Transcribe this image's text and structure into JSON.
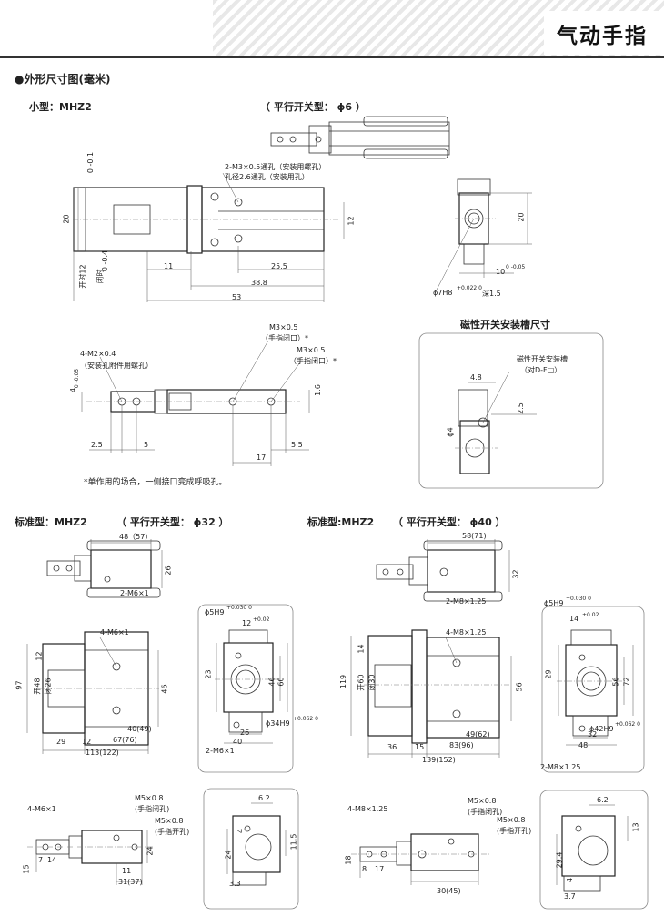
{
  "header": {
    "title": "气动手指"
  },
  "section": {
    "title": "●外形尺寸图(毫米)"
  },
  "small": {
    "model": "小型：MHZ2",
    "switch": "（ 平行开关型： ϕ6 ）",
    "note1": "2-M3×0.5通孔（安装用螺孔）",
    "note2": "孔径2.6通孔（安装用孔）",
    "d20": "20",
    "d12": "12",
    "d11": "11",
    "d25_5": "25.5",
    "d38_8": "38.8",
    "d53": "53",
    "d0_01": "0 -0.1",
    "open": "开时12",
    "close": "闭时",
    "d0_04": "0 -0.4",
    "side20": "20",
    "side10": "10",
    "side_tol": "0 -0.05",
    "bore": "ϕ7H8",
    "bore_tol": "+0.022 0",
    "depth": "深1.5",
    "bot_note1": "4-M2×0.4",
    "bot_note2": "（安装孔附件用螺孔）",
    "m3a": "M3×0.5",
    "m3a_sub": "（手指闭口）*",
    "m3b": "M3×0.5",
    "m3b_sub": "（手指闭口）*",
    "d2_5": "2.5",
    "d5": "5",
    "d17": "17",
    "d5_5": "5.5",
    "d1_6": "1.6",
    "d4": "4",
    "d4_tol": "0 -0.05",
    "footnote": "*单作用的场合，一侧接口变成呼吸孔。"
  },
  "magnetic": {
    "title": "磁性开关安装槽尺寸",
    "slot": "磁性开关安装槽",
    "slot_sub": "（对D-F□）",
    "d4_8": "4.8",
    "d2_5": "2.5",
    "phi4": "ϕ4"
  },
  "std32": {
    "model": "标准型：MHZ2",
    "switch": "（ 平行开关型： ϕ32 ）",
    "d48": "48（57）",
    "d26": "26",
    "m6": "2-M6×1",
    "m6b": "4-M6×1",
    "d97": "97",
    "open": "开48",
    "close": "闭26",
    "d12": "12",
    "d46": "46",
    "d29": "29",
    "d12b": "12",
    "d67": "67(76)",
    "d40": "40(49)",
    "d113": "113(122)",
    "bore": "ϕ5H9",
    "bore_tol": "+0.030 0",
    "d12c": "12",
    "tol02": "+0.02",
    "d23": "23",
    "d46b": "46",
    "d60": "60",
    "d26b": "26",
    "d40b": "40",
    "d34": "ϕ34H9",
    "d34_tol": "+0.062 0",
    "m6c": "2-M6×1",
    "b_m6": "4-M6×1",
    "b_m5a": "M5×0.8",
    "b_m5a_sub": "(手指闭孔)",
    "b_m5b": "M5×0.8",
    "b_m5b_sub": "(手指开孔)",
    "d15": "15",
    "d7": "7",
    "d14": "14",
    "d11": "11",
    "d31": "31(37)",
    "d24": "24",
    "d6_2": "6.2",
    "d24b": "24",
    "d3_3": "3.3",
    "d11_5": "11.5",
    "d4": "4"
  },
  "std40": {
    "model": "标准型:MHZ2",
    "switch": "（ 平行开关型： ϕ40 ）",
    "d58": "58(71)",
    "d32": "32",
    "m8": "2-M8×1.25",
    "m8b": "4-M8×1.25",
    "d119": "119",
    "open": "开60",
    "close": "闭30",
    "d14": "14",
    "d56": "56",
    "d36": "36",
    "d15": "15",
    "d83": "83(96)",
    "d49": "49(62)",
    "d139": "139(152)",
    "bore": "ϕ5H9",
    "bore_tol": "+0.030 0",
    "d14c": "14",
    "tol02": "+0.02",
    "d29": "29",
    "d56b": "56",
    "d72": "72",
    "d32b": "32",
    "d48": "48",
    "d42": "ϕ42H9",
    "d42_tol": "+0.062 0",
    "m8c": "2-M8×1.25",
    "b_m8": "4-M8×1.25",
    "b_m5a": "M5×0.8",
    "b_m5a_sub": "(手指闭孔)",
    "b_m5b": "M5×0.8",
    "b_m5b_sub": "(手指开孔)",
    "d18": "18",
    "d8": "8",
    "d17": "17",
    "d30": "30(45)",
    "d6_2": "6.2",
    "d13": "13",
    "d29_4": "29.4",
    "d4": "4",
    "d3_7": "3.7"
  }
}
